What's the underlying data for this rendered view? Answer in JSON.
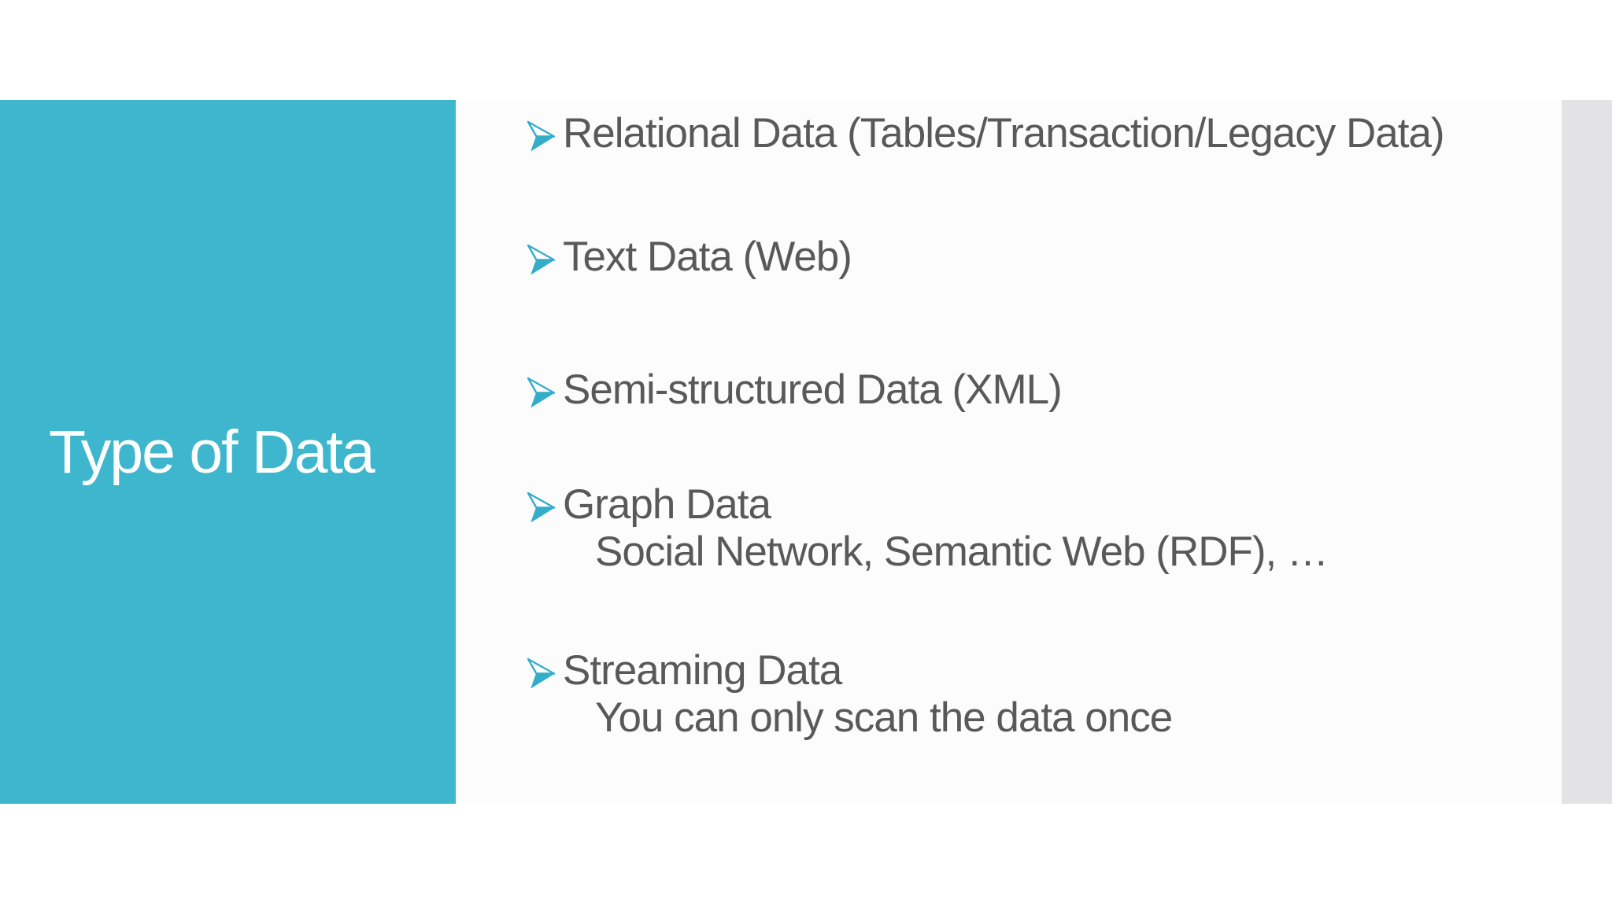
{
  "slide": {
    "title": "Type of Data",
    "bullet_icon": "right-arrowhead-icon",
    "bullets": [
      {
        "text": "Relational Data (Tables/Transaction/Legacy Data)",
        "sub": []
      },
      {
        "text": "Text Data (Web)",
        "sub": []
      },
      {
        "text": "Semi-structured Data (XML)",
        "sub": []
      },
      {
        "text": "Graph Data",
        "sub": [
          "Social Network, Semantic Web (RDF), …"
        ]
      },
      {
        "text": "Streaming Data",
        "sub": [
          "You can only scan the data once"
        ]
      }
    ]
  },
  "colors": {
    "accent_teal": "#3EB7CE",
    "bullet_arrow": "#34ADC9",
    "body_text": "#595959",
    "title_text": "#FFFFFF",
    "edge_strip": "#E3E2E5",
    "content_band": "#FCFCFC"
  }
}
